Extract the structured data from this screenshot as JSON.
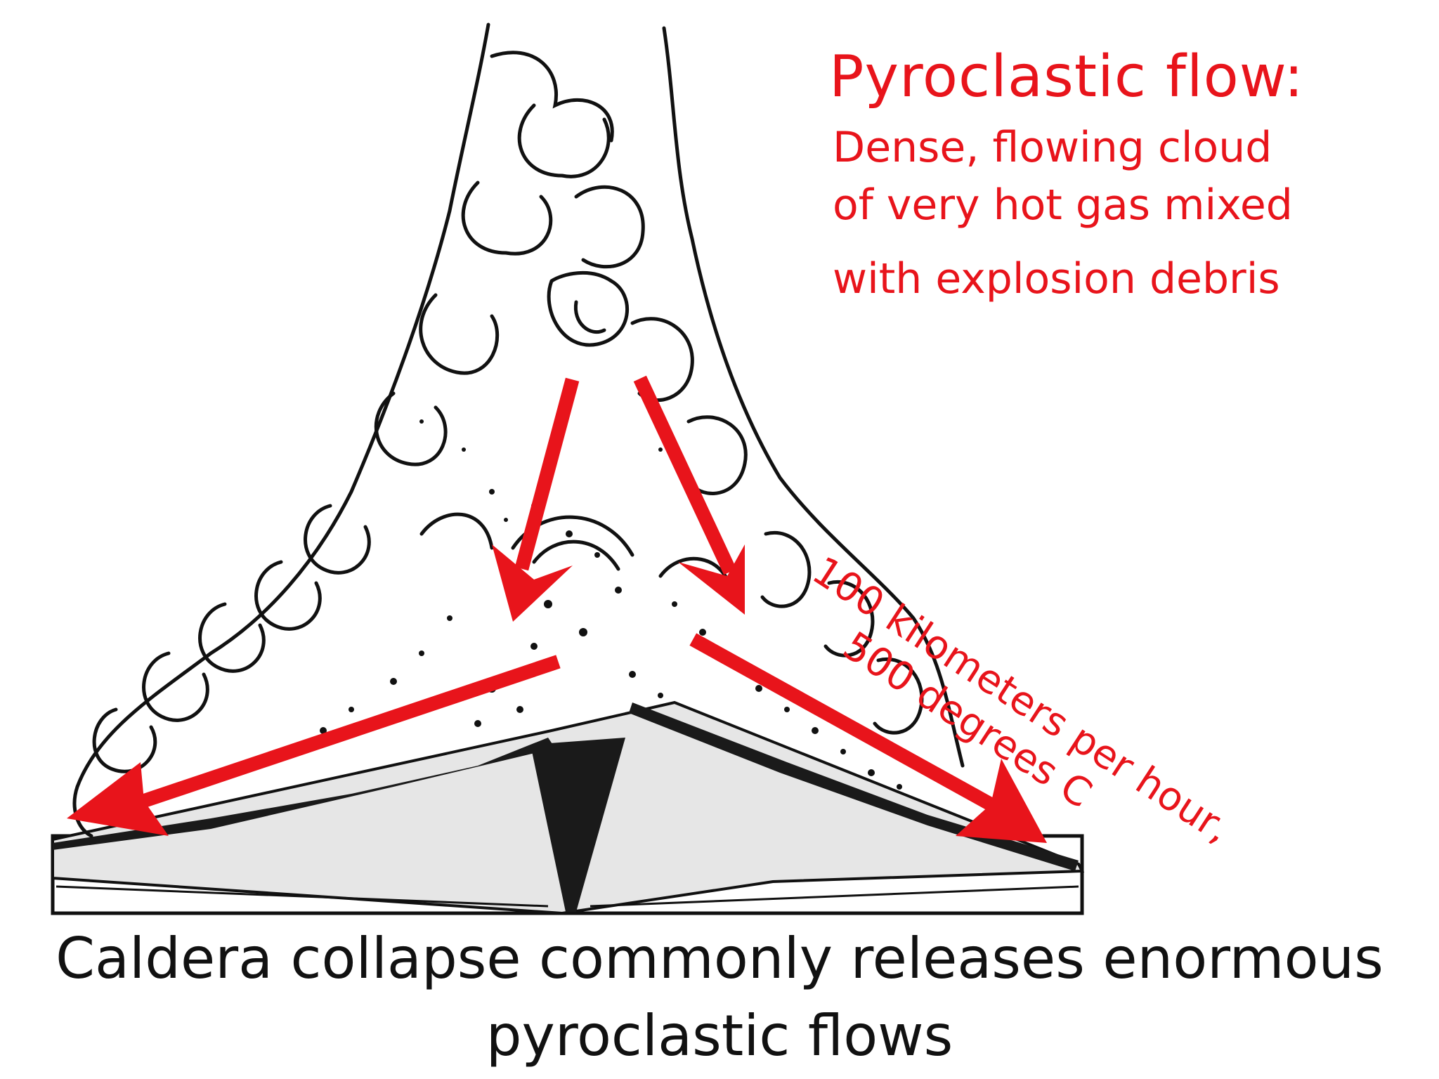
{
  "heading": {
    "title": "Pyroclastic flow:",
    "description_lines": [
      "Dense, flowing cloud",
      "of very hot gas mixed",
      "with explosion debris"
    ]
  },
  "flow_stats": {
    "line1": "100 kilometers per hour,",
    "line2": "500 degrees C"
  },
  "caption": {
    "line1": "Caldera collapse commonly releases enormous",
    "line2": "pyroclastic flows"
  },
  "colors": {
    "annotation_red": "#e8141b",
    "ink": "#111111",
    "fill_gray": "#e6e6e6"
  }
}
